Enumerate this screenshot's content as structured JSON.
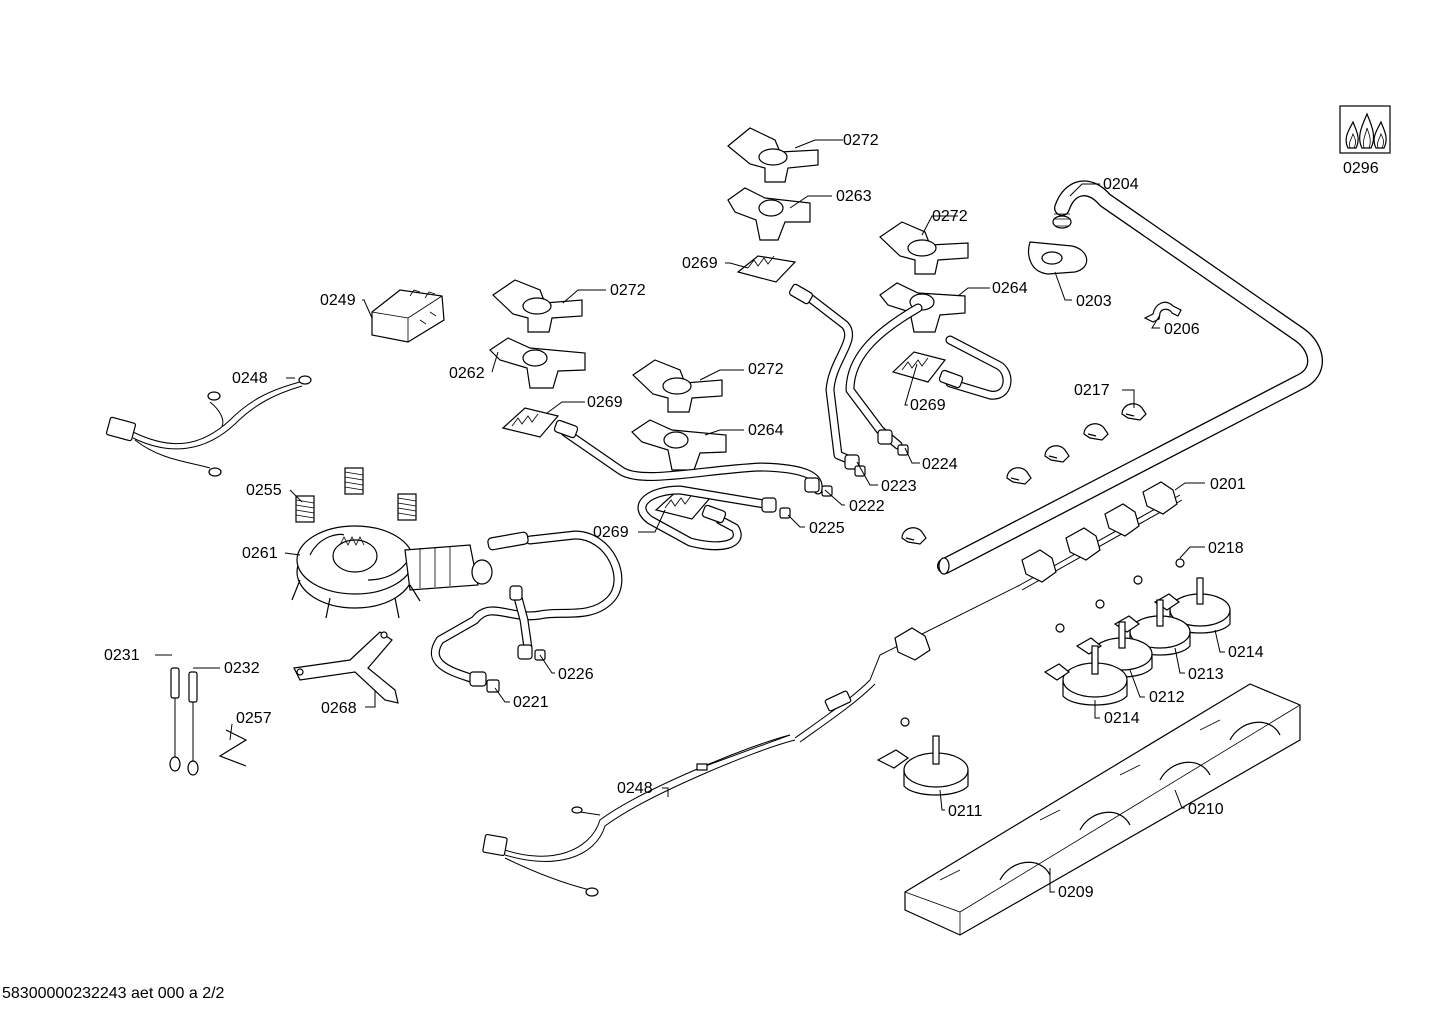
{
  "document_id": "58300000232243 aet 000 a 2/2",
  "labels": {
    "l0272a": "0272",
    "l0263": "0263",
    "l0204": "0204",
    "l0296": "0296",
    "l0272b": "0272",
    "l0269a": "0269",
    "l0264a": "0264",
    "l0203": "0203",
    "l0249": "0249",
    "l0272c": "0272",
    "l0206": "0206",
    "l0262": "0262",
    "l0272d": "0272",
    "l0248a": "0248",
    "l0269b": "0269",
    "l0217": "0217",
    "l0269c": "0269",
    "l0264b": "0264",
    "l0224": "0224",
    "l0223": "0223",
    "l0255": "0255",
    "l0222": "0222",
    "l0201": "0201",
    "l0225": "0225",
    "l0269d": "0269",
    "l0261": "0261",
    "l0218": "0218",
    "l0214a": "0214",
    "l0231": "0231",
    "l0232": "0232",
    "l0226": "0226",
    "l0213": "0213",
    "l0212": "0212",
    "l0268": "0268",
    "l0221": "0221",
    "l0214b": "0214",
    "l0257": "0257",
    "l0248b": "0248",
    "l0211": "0211",
    "l0210": "0210",
    "l0209": "0209"
  }
}
